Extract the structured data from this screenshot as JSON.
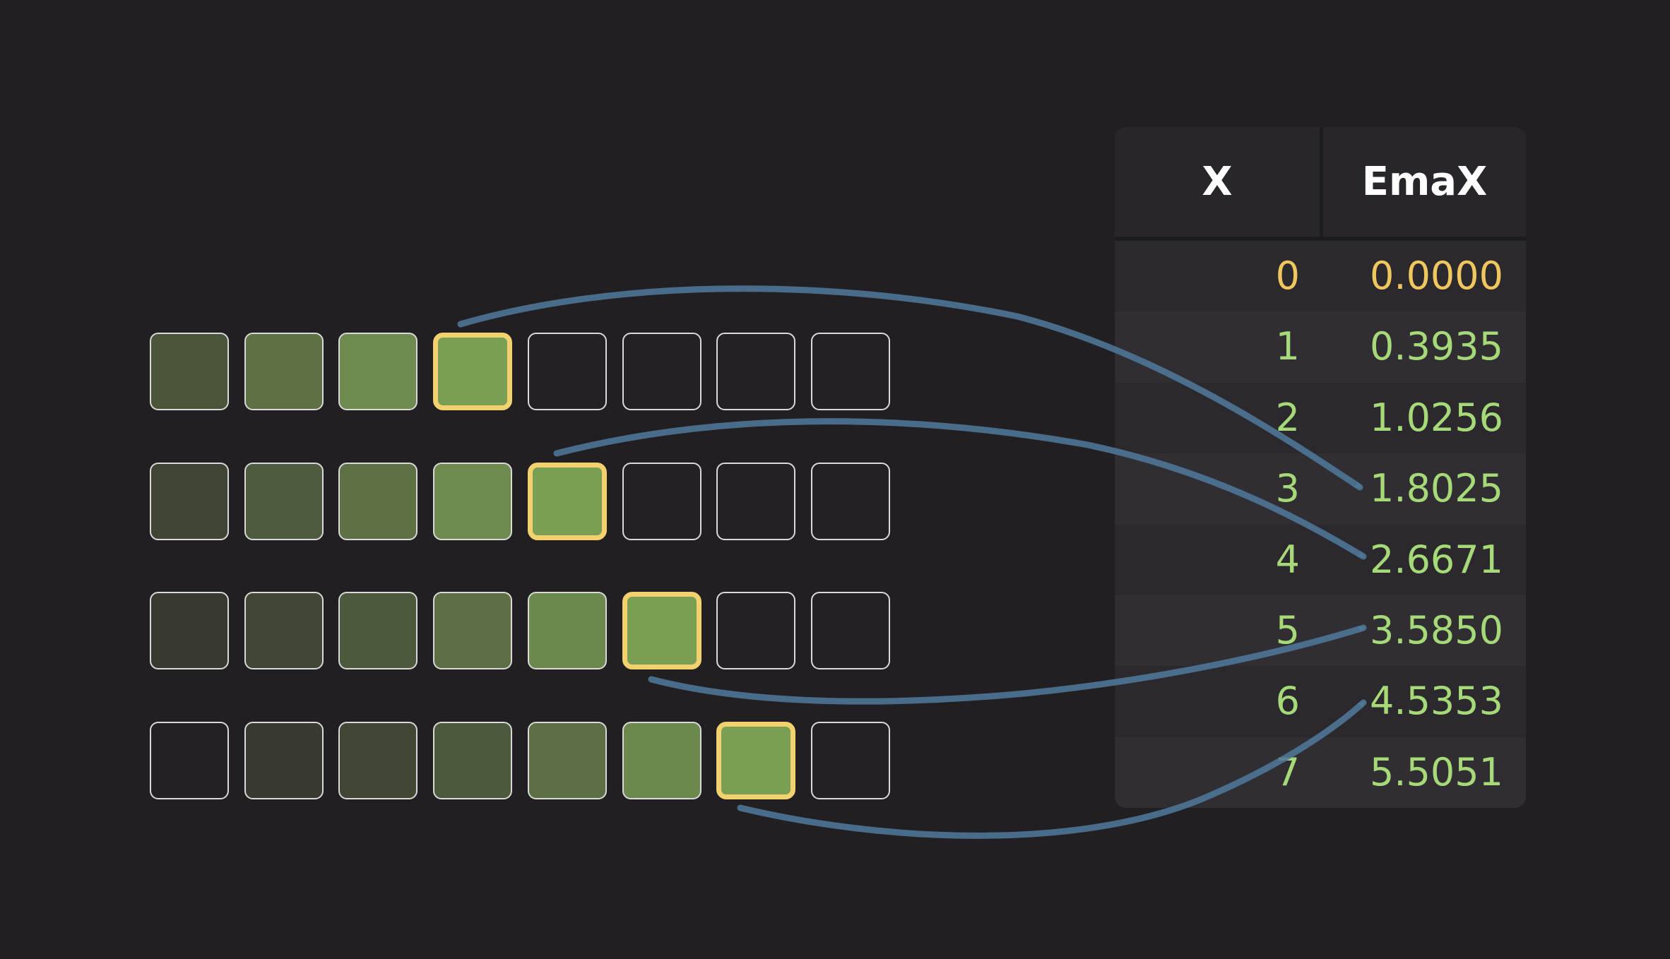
{
  "grid": {
    "rows": [
      {
        "fills": [
          0.35,
          0.6,
          0.82,
          1,
          null,
          null,
          null,
          null
        ],
        "active": 3
      },
      {
        "fills": [
          0.2,
          0.4,
          0.6,
          0.82,
          1,
          null,
          null,
          null
        ],
        "active": 4
      },
      {
        "fills": [
          0.1,
          0.22,
          0.38,
          0.58,
          0.8,
          1,
          null,
          null
        ],
        "active": 5
      },
      {
        "fills": [
          null,
          0.1,
          0.22,
          0.38,
          0.58,
          0.8,
          1,
          null
        ],
        "active": 6
      }
    ],
    "colors": {
      "base": "#302e2c",
      "full": "#7b9e55",
      "empty": "#232124",
      "border": "#d9d9d9",
      "highlight": "#f3d16e"
    }
  },
  "table": {
    "headers": {
      "x": "X",
      "emax": "EmaX"
    },
    "rows": [
      {
        "x": "0",
        "emax": "0.0000"
      },
      {
        "x": "1",
        "emax": "0.3935"
      },
      {
        "x": "2",
        "emax": "1.0256"
      },
      {
        "x": "3",
        "emax": "1.8025"
      },
      {
        "x": "4",
        "emax": "2.6671"
      },
      {
        "x": "5",
        "emax": "3.5850"
      },
      {
        "x": "6",
        "emax": "4.5353"
      },
      {
        "x": "7",
        "emax": "5.5051"
      }
    ],
    "colors": {
      "value": "#a6d978",
      "first_row": "#efc75e",
      "header": "#ffffff"
    }
  },
  "arrows": {
    "color": "#4f7898",
    "links": [
      {
        "from_row": 0,
        "to_table_row": 3
      },
      {
        "from_row": 1,
        "to_table_row": 4
      },
      {
        "from_row": 2,
        "to_table_row": 5
      },
      {
        "from_row": 3,
        "to_table_row": 6
      }
    ]
  }
}
